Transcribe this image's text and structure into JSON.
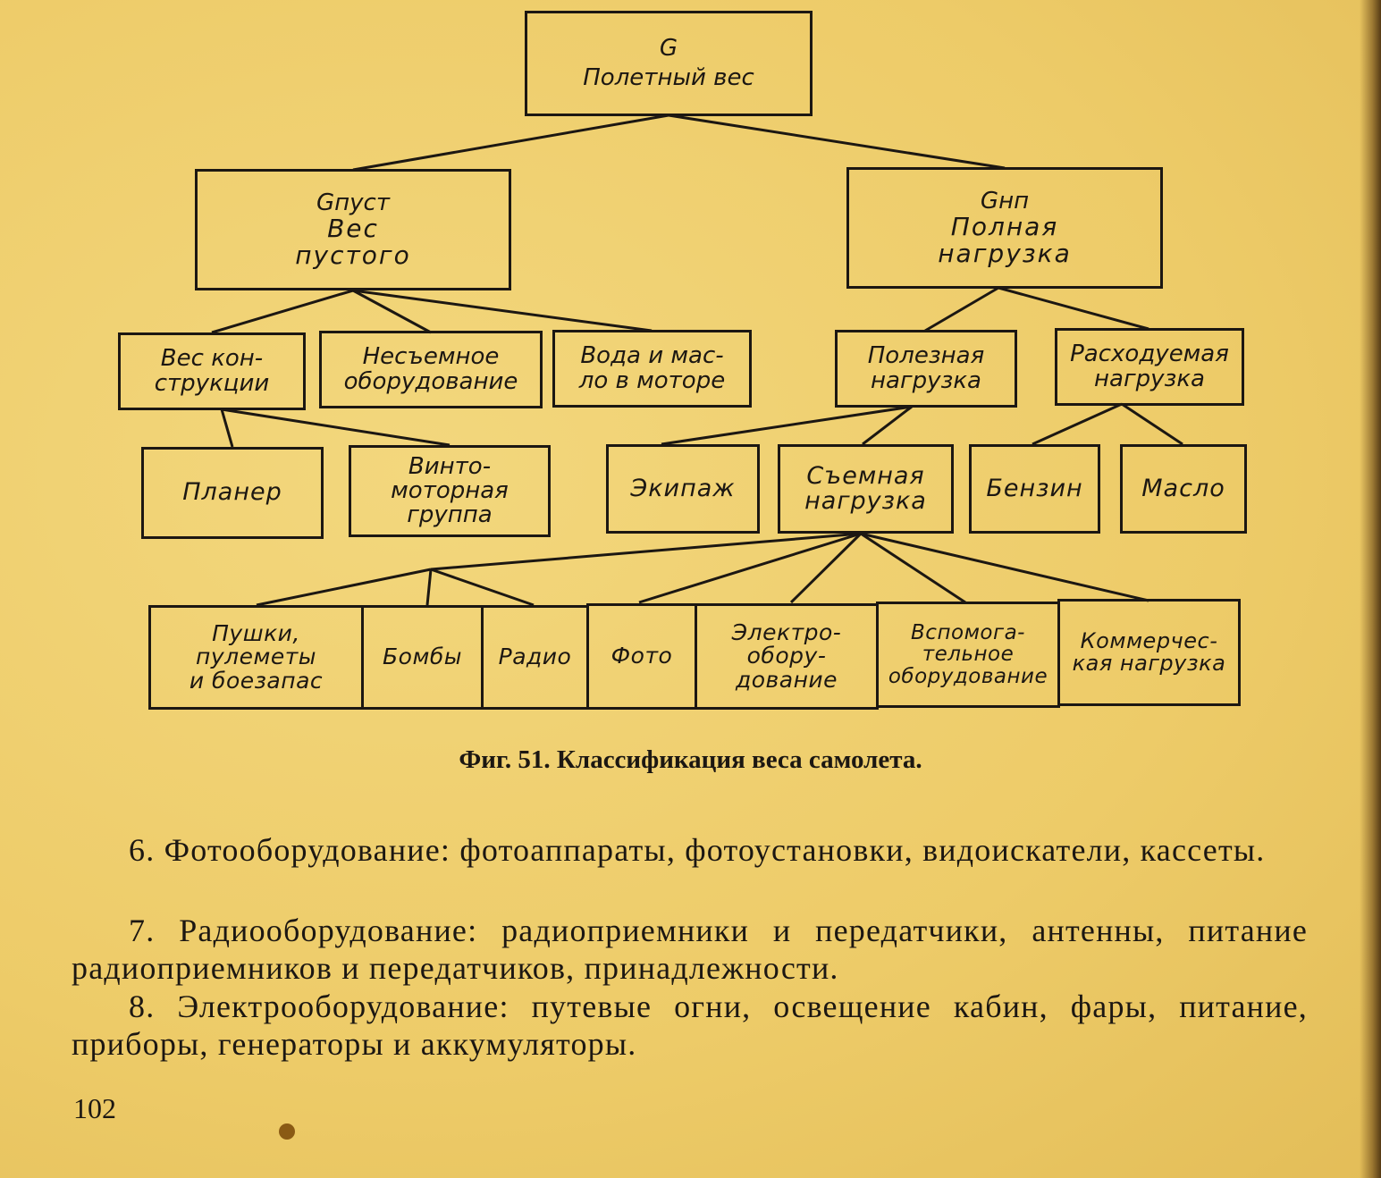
{
  "diagram": {
    "root": {
      "symbol": "G",
      "label": "Полетный вес"
    },
    "empty_weight": {
      "symbol": "Gпуст",
      "label": "Вес\nпустого"
    },
    "full_load": {
      "symbol": "Gнп",
      "label": "Полная\nнагрузка"
    },
    "structure_weight": {
      "label": "Вес кон-\nструкции"
    },
    "fixed_equipment": {
      "label": "Несъемное\nоборудование"
    },
    "water_oil": {
      "label": "Вода и мас-\nло в моторе"
    },
    "useful_load": {
      "label": "Полезная\nнагрузка"
    },
    "consumable_load": {
      "label": "Расходуемая\nнагрузка"
    },
    "airframe": {
      "label": "Планер"
    },
    "engine_group": {
      "label": "Винто-\nмоторная\nгруппа"
    },
    "crew": {
      "label": "Экипаж"
    },
    "removable_load": {
      "label": "Съемная\nнагрузка"
    },
    "fuel": {
      "label": "Бензин"
    },
    "oil": {
      "label": "Масло"
    },
    "leaves": [
      {
        "label": "Пушки,\nпулеметы\nи боезапас"
      },
      {
        "label": "Бомбы"
      },
      {
        "label": "Радио"
      },
      {
        "label": "Фото"
      },
      {
        "label": "Электро-\nобору-\nдование"
      },
      {
        "label": "Вспомога-\nтельное\nоборудование"
      },
      {
        "label": "Коммерчес-\nкая нагрузка"
      }
    ]
  },
  "caption": "Фиг. 51. Классификация веса самолета.",
  "paragraphs": [
    "6. Фотооборудование: фотоаппараты, фотоустановки, видоискатели, кассеты.",
    "7. Радиооборудование: радиоприемники и передатчики, антенны, питание радиоприемников и передатчиков, принадлежности.",
    "8. Электрооборудование: путевые огни, освещение кабин, фары, питание, приборы, генераторы и аккумуляторы."
  ],
  "page_number": "102"
}
